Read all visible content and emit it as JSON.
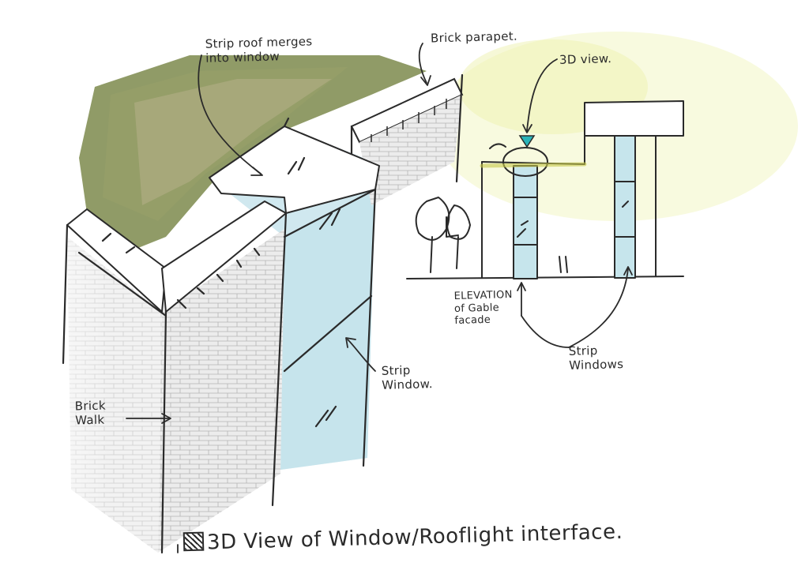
{
  "annotations": {
    "strip_roof": [
      "Strip roof merges",
      "into window"
    ],
    "brick_parapet": "Brick parapet.",
    "view_3d": "3D view.",
    "elevation": [
      "ELEVATION",
      "of Gable",
      "facade"
    ],
    "strip_window": [
      "Strip",
      "Window."
    ],
    "strip_windows": [
      "Strip",
      "Windows"
    ],
    "brick_wall": [
      "Brick",
      "Walk"
    ]
  },
  "caption": "3D View of Window/Rooflight interface.",
  "colors": {
    "ink": "#2a2a2a",
    "glass": "#a9d6e2",
    "green_roof": "#7d8a4c",
    "brick_wash": "#e4e4e4",
    "highlight_yellow": "#f1f3b8",
    "view_marker": "#2ab3b8"
  }
}
